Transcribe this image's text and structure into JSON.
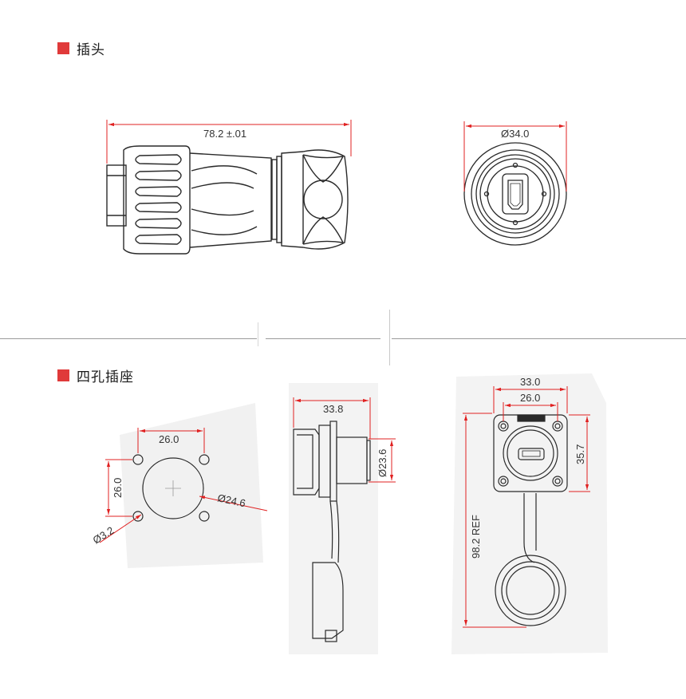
{
  "sections": {
    "plug_title": "插头",
    "socket_title": "四孔插座"
  },
  "colors": {
    "accent": "#e03a3a",
    "dimension_line": "#e02020",
    "drawing_line": "#2a2a2a",
    "divider": "#9a9a9a"
  },
  "plug": {
    "length_dim": "78.2 ±.01",
    "diameter_dim": "Ø34.0"
  },
  "socket": {
    "hole_spacing_h": "26.0",
    "hole_spacing_v": "26.0",
    "cutout_dia": "Ø24.6",
    "hole_dia": "Ø3.2",
    "depth_dim": "33.8",
    "body_dia": "Ø23.6",
    "flange_width": "33.0",
    "hole_pitch": "26.0",
    "flange_height": "35.7",
    "overall_length": "98.2 REF"
  }
}
